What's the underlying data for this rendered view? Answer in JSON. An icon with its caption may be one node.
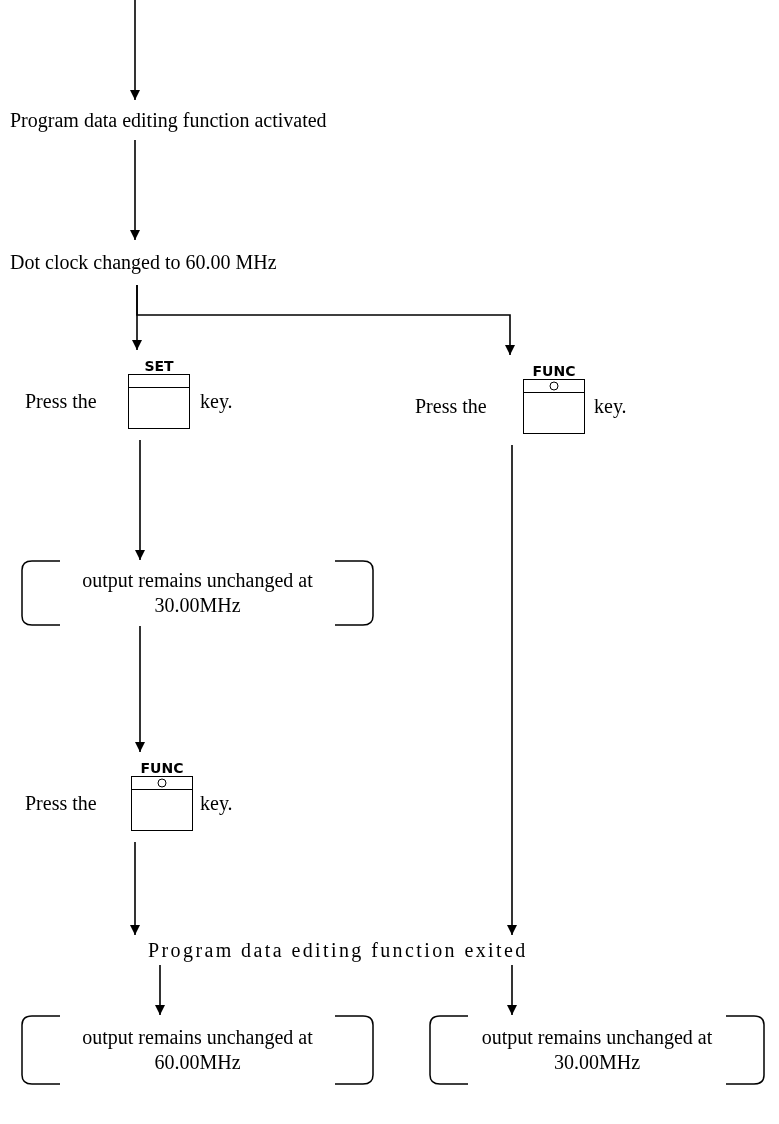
{
  "diagram": {
    "nodes": [
      {
        "text": [
          "Program data editing function activated"
        ]
      },
      {
        "text": [
          "Dot clock changed to 60.00 MHz"
        ]
      },
      {
        "text": [
          "Press the",
          "key."
        ]
      },
      {
        "text": [
          "SET"
        ],
        "in": 2
      },
      {
        "text": [
          "Press the",
          "key."
        ]
      },
      {
        "text": [
          "FUNC"
        ],
        "in": 4
      },
      {
        "text": [
          "output remains unchanged at 30.00MHz"
        ]
      },
      {
        "text": [
          "Press the",
          "key."
        ]
      },
      {
        "text": [
          "FUNC"
        ],
        "in": 7
      },
      {
        "text": [
          "Program data editing function exited"
        ]
      },
      {
        "text": [
          "output remains unchanged at 60.00MHz"
        ]
      },
      {
        "text": [
          "output remains unchanged at 30.00MHz"
        ]
      }
    ],
    "edges": [
      {
        "from": null,
        "to": 0,
        "arrow": "to"
      },
      {
        "from": 0,
        "to": 1,
        "arrow": "to"
      },
      {
        "from": 1,
        "to": 2,
        "arrow": "to"
      },
      {
        "from": 1,
        "to": 4,
        "arrow": "to"
      },
      {
        "from": 2,
        "to": 6,
        "arrow": "to"
      },
      {
        "from": 6,
        "to": 7,
        "arrow": "to"
      },
      {
        "from": 7,
        "to": 9,
        "arrow": "to"
      },
      {
        "from": 4,
        "to": 9,
        "arrow": "to"
      },
      {
        "from": 9,
        "to": 10,
        "arrow": "to"
      },
      {
        "from": 9,
        "to": 11,
        "arrow": "to"
      }
    ]
  }
}
